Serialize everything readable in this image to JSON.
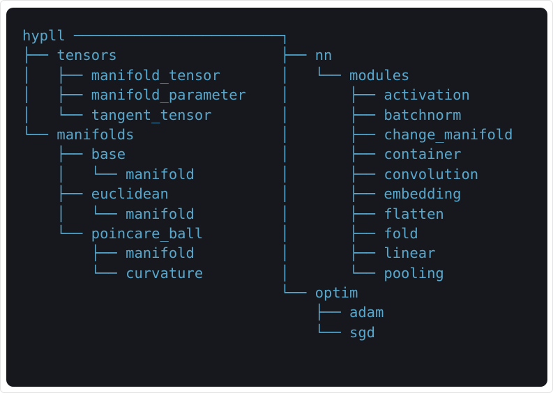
{
  "terminal": {
    "background_color": "#16181d",
    "text_color": "#58a7cd",
    "page_background_color": "#ffffff"
  },
  "tree": {
    "root": "hypll",
    "gutter_col": 30,
    "rows": [
      {
        "left": "hypll ────────────────────────┐",
        "right": ""
      },
      {
        "left": "├── tensors",
        "right": "├── nn"
      },
      {
        "left": "│   ├── manifold_tensor",
        "right": "│   └── modules"
      },
      {
        "left": "│   ├── manifold_parameter",
        "right": "│       ├── activation"
      },
      {
        "left": "│   └── tangent_tensor",
        "right": "│       ├── batchnorm"
      },
      {
        "left": "└── manifolds",
        "right": "│       ├── change_manifold"
      },
      {
        "left": "    ├── base",
        "right": "│       ├── container"
      },
      {
        "left": "    │   └── manifold",
        "right": "│       ├── convolution"
      },
      {
        "left": "    ├── euclidean",
        "right": "│       ├── embedding"
      },
      {
        "left": "    │   └── manifold",
        "right": "│       ├── flatten"
      },
      {
        "left": "    └── poincare_ball",
        "right": "│       ├── fold"
      },
      {
        "left": "        ├── manifold",
        "right": "│       ├── linear"
      },
      {
        "left": "        └── curvature",
        "right": "│       └── pooling"
      },
      {
        "left": "",
        "right": "└── optim"
      },
      {
        "left": "",
        "right": "    ├── adam"
      },
      {
        "left": "",
        "right": "    └── sgd"
      }
    ],
    "structure": {
      "hypll": {
        "tensors": [
          "manifold_tensor",
          "manifold_parameter",
          "tangent_tensor"
        ],
        "manifolds": {
          "base": [
            "manifold"
          ],
          "euclidean": [
            "manifold"
          ],
          "poincare_ball": [
            "manifold",
            "curvature"
          ]
        },
        "nn": {
          "modules": [
            "activation",
            "batchnorm",
            "change_manifold",
            "container",
            "convolution",
            "embedding",
            "flatten",
            "fold",
            "linear",
            "pooling"
          ]
        },
        "optim": [
          "adam",
          "sgd"
        ]
      }
    }
  }
}
